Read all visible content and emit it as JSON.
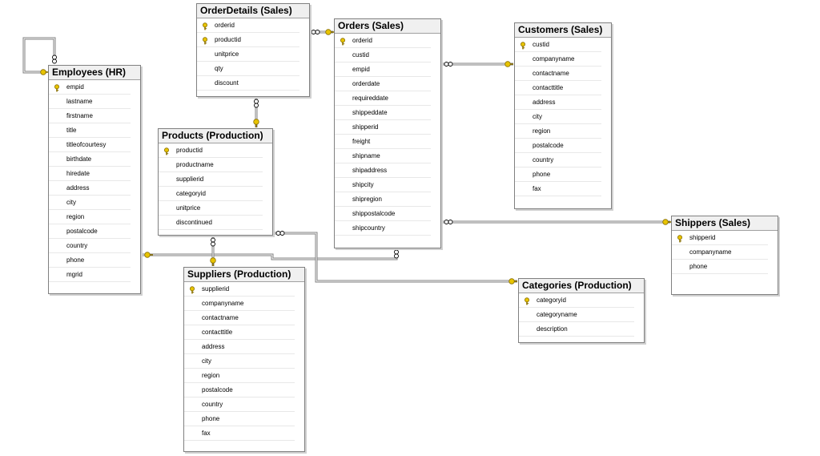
{
  "colors": {
    "key": "#e8c400",
    "key_stroke": "#8a7000",
    "line": "#7f7f7f",
    "header_bg": "#f0f0f0",
    "border": "#808080"
  },
  "tables": [
    {
      "id": "employees",
      "title": "Employees (HR)",
      "columns": [
        {
          "name": "empid",
          "pk": true
        },
        {
          "name": "lastname",
          "pk": false
        },
        {
          "name": "firstname",
          "pk": false
        },
        {
          "name": "title",
          "pk": false
        },
        {
          "name": "titleofcourtesy",
          "pk": false
        },
        {
          "name": "birthdate",
          "pk": false
        },
        {
          "name": "hiredate",
          "pk": false
        },
        {
          "name": "address",
          "pk": false
        },
        {
          "name": "city",
          "pk": false
        },
        {
          "name": "region",
          "pk": false
        },
        {
          "name": "postalcode",
          "pk": false
        },
        {
          "name": "country",
          "pk": false
        },
        {
          "name": "phone",
          "pk": false
        },
        {
          "name": "mgrid",
          "pk": false
        }
      ]
    },
    {
      "id": "orderdetails",
      "title": "OrderDetails (Sales)",
      "columns": [
        {
          "name": "orderid",
          "pk": true
        },
        {
          "name": "productid",
          "pk": true
        },
        {
          "name": "unitprice",
          "pk": false
        },
        {
          "name": "qty",
          "pk": false
        },
        {
          "name": "discount",
          "pk": false
        }
      ]
    },
    {
      "id": "orders",
      "title": "Orders (Sales)",
      "columns": [
        {
          "name": "orderid",
          "pk": true
        },
        {
          "name": "custid",
          "pk": false
        },
        {
          "name": "empid",
          "pk": false
        },
        {
          "name": "orderdate",
          "pk": false
        },
        {
          "name": "requireddate",
          "pk": false
        },
        {
          "name": "shippeddate",
          "pk": false
        },
        {
          "name": "shipperid",
          "pk": false
        },
        {
          "name": "freight",
          "pk": false
        },
        {
          "name": "shipname",
          "pk": false
        },
        {
          "name": "shipaddress",
          "pk": false
        },
        {
          "name": "shipcity",
          "pk": false
        },
        {
          "name": "shipregion",
          "pk": false
        },
        {
          "name": "shippostalcode",
          "pk": false
        },
        {
          "name": "shipcountry",
          "pk": false
        }
      ]
    },
    {
      "id": "customers",
      "title": "Customers (Sales)",
      "columns": [
        {
          "name": "custid",
          "pk": true
        },
        {
          "name": "companyname",
          "pk": false
        },
        {
          "name": "contactname",
          "pk": false
        },
        {
          "name": "contacttitle",
          "pk": false
        },
        {
          "name": "address",
          "pk": false
        },
        {
          "name": "city",
          "pk": false
        },
        {
          "name": "region",
          "pk": false
        },
        {
          "name": "postalcode",
          "pk": false
        },
        {
          "name": "country",
          "pk": false
        },
        {
          "name": "phone",
          "pk": false
        },
        {
          "name": "fax",
          "pk": false
        }
      ]
    },
    {
      "id": "products",
      "title": "Products (Production)",
      "columns": [
        {
          "name": "productid",
          "pk": true
        },
        {
          "name": "productname",
          "pk": false
        },
        {
          "name": "supplierid",
          "pk": false
        },
        {
          "name": "categoryid",
          "pk": false
        },
        {
          "name": "unitprice",
          "pk": false
        },
        {
          "name": "discontinued",
          "pk": false
        }
      ]
    },
    {
      "id": "suppliers",
      "title": "Suppliers (Production)",
      "columns": [
        {
          "name": "supplierid",
          "pk": true
        },
        {
          "name": "companyname",
          "pk": false
        },
        {
          "name": "contactname",
          "pk": false
        },
        {
          "name": "contacttitle",
          "pk": false
        },
        {
          "name": "address",
          "pk": false
        },
        {
          "name": "city",
          "pk": false
        },
        {
          "name": "region",
          "pk": false
        },
        {
          "name": "postalcode",
          "pk": false
        },
        {
          "name": "country",
          "pk": false
        },
        {
          "name": "phone",
          "pk": false
        },
        {
          "name": "fax",
          "pk": false
        }
      ]
    },
    {
      "id": "shippers",
      "title": "Shippers (Sales)",
      "columns": [
        {
          "name": "shipperid",
          "pk": true
        },
        {
          "name": "companyname",
          "pk": false
        },
        {
          "name": "phone",
          "pk": false
        }
      ]
    },
    {
      "id": "categories",
      "title": "Categories (Production)",
      "columns": [
        {
          "name": "categoryid",
          "pk": true
        },
        {
          "name": "categoryname",
          "pk": false
        },
        {
          "name": "description",
          "pk": false
        }
      ]
    }
  ],
  "relationships": [
    {
      "from": "employees.mgrid",
      "to": "employees.empid"
    },
    {
      "from": "orderdetails.orderid",
      "to": "orders.orderid"
    },
    {
      "from": "orderdetails.productid",
      "to": "products.productid"
    },
    {
      "from": "orders.custid",
      "to": "customers.custid"
    },
    {
      "from": "orders.shipperid",
      "to": "shippers.shipperid"
    },
    {
      "from": "orders.empid",
      "to": "employees.empid"
    },
    {
      "from": "products.supplierid",
      "to": "suppliers.supplierid"
    },
    {
      "from": "products.categoryid",
      "to": "categories.categoryid"
    }
  ]
}
